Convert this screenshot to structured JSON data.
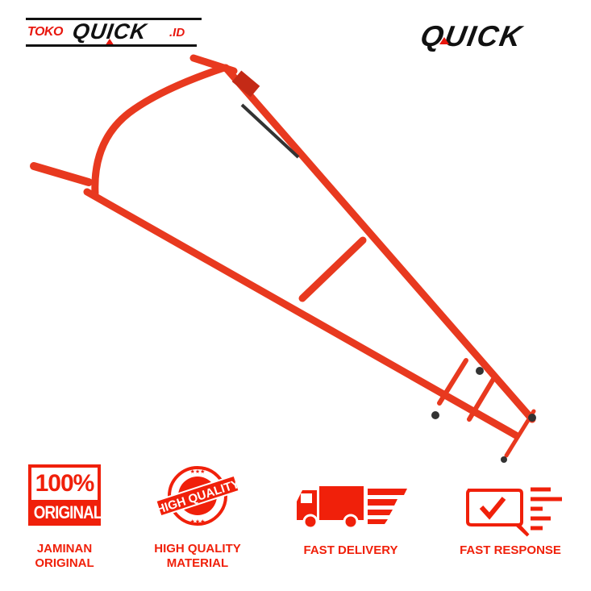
{
  "brand": {
    "store_logo": {
      "prefix": "TOKO",
      "name": "QUICK",
      "suffix": ".ID"
    },
    "brand_logo": "QUICK"
  },
  "product": {
    "image": "red-steel-tractor-frame",
    "color": "#e8391f"
  },
  "badges": [
    {
      "icon": "original-seal-icon",
      "icon_text_top": "100%",
      "icon_text_bottom": "ORIGINAL",
      "label_line1": "JAMINAN",
      "label_line2": "ORIGINAL"
    },
    {
      "icon": "high-quality-stamp-icon",
      "icon_text": "HIGH QUALITY",
      "label_line1": "HIGH QUALITY",
      "label_line2": "MATERIAL"
    },
    {
      "icon": "delivery-truck-icon",
      "label_line1": "FAST DELIVERY"
    },
    {
      "icon": "chat-check-icon",
      "label_line1": "FAST RESPONSE"
    }
  ],
  "colors": {
    "accent": "#f0200a",
    "logo_dark": "#111111"
  }
}
